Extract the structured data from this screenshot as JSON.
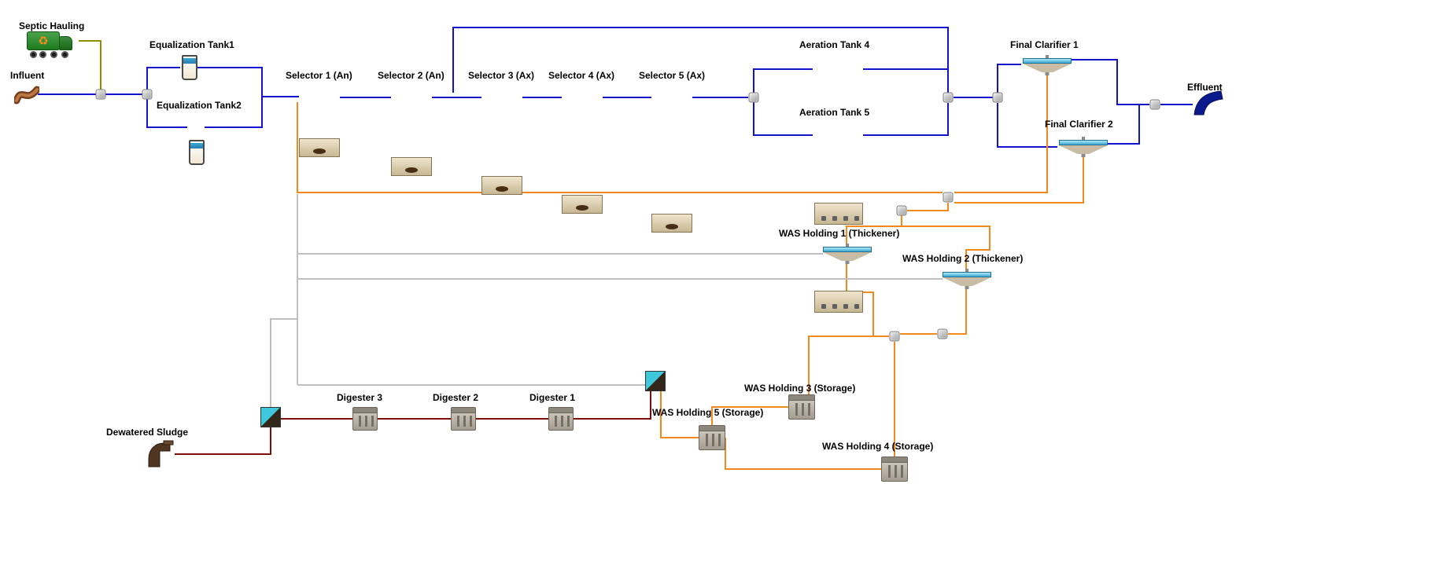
{
  "diagram": {
    "nodes": {
      "septic_hauling": {
        "label": "Septic Hauling"
      },
      "influent": {
        "label": "Influent"
      },
      "eq_tank1": {
        "label": "Equalization Tank1"
      },
      "eq_tank2": {
        "label": "Equalization Tank2"
      },
      "selector1": {
        "label": "Selector 1 (An)"
      },
      "selector2": {
        "label": "Selector 2 (An)"
      },
      "selector3": {
        "label": "Selector 3 (Ax)"
      },
      "selector4": {
        "label": "Selector 4 (Ax)"
      },
      "selector5": {
        "label": "Selector 5 (Ax)"
      },
      "aeration4": {
        "label": "Aeration Tank 4"
      },
      "aeration5": {
        "label": "Aeration Tank 5"
      },
      "clarifier1": {
        "label": "Final Clarifier 1"
      },
      "clarifier2": {
        "label": "Final Clarifier 2"
      },
      "effluent": {
        "label": "Effluent"
      },
      "was1": {
        "label": "WAS Holding 1 (Thickener)"
      },
      "was2": {
        "label": "WAS Holding 2 (Thickener)"
      },
      "was3": {
        "label": "WAS Holding 3 (Storage)"
      },
      "was4": {
        "label": "WAS Holding 4 (Storage)"
      },
      "was5": {
        "label": "WAS Holding 5 (Storage)"
      },
      "digester1": {
        "label": "Digester 1"
      },
      "digester2": {
        "label": "Digester 2"
      },
      "digester3": {
        "label": "Digester 3"
      },
      "dewatered_sludge": {
        "label": "Dewatered Sludge"
      }
    },
    "colors": {
      "flow_blue": "#1212cf",
      "sludge_orange": "#f2891c",
      "inactive_gray": "#bfbfbf",
      "digested_red": "#7d0f0a",
      "septic_olive": "#8f8f00",
      "canvas_bg": "#ffffff",
      "clarifier_cyan": "#39a9d4"
    },
    "icons": {
      "recycle_glyph": "♻"
    }
  }
}
